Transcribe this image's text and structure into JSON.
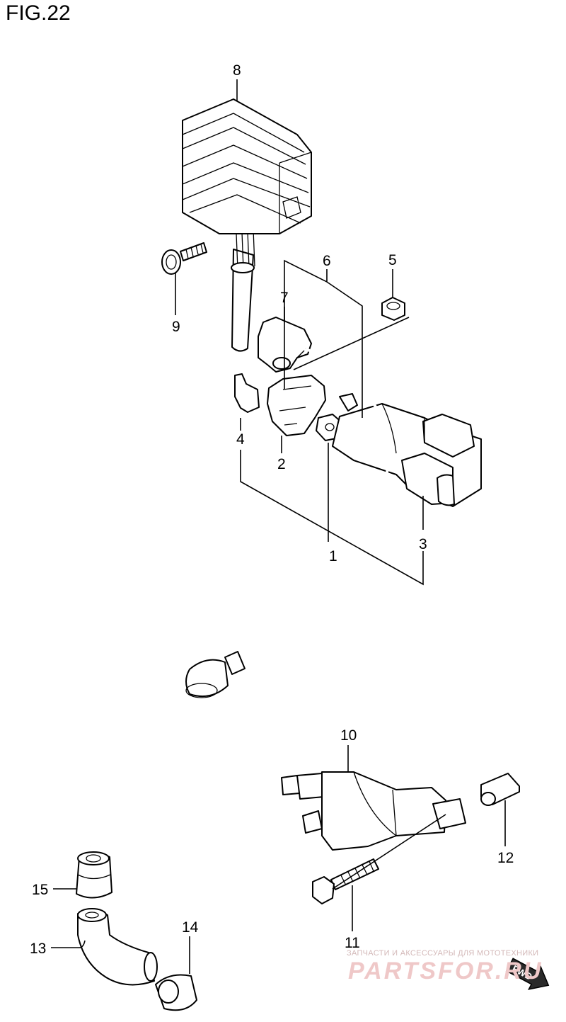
{
  "figure": {
    "title": "FIG.22"
  },
  "callouts": [
    {
      "id": "1",
      "label": "1"
    },
    {
      "id": "2",
      "label": "2"
    },
    {
      "id": "3",
      "label": "3"
    },
    {
      "id": "4",
      "label": "4"
    },
    {
      "id": "5",
      "label": "5"
    },
    {
      "id": "6",
      "label": "6"
    },
    {
      "id": "7",
      "label": "7"
    },
    {
      "id": "8",
      "label": "8"
    },
    {
      "id": "9",
      "label": "9"
    },
    {
      "id": "10",
      "label": "10"
    },
    {
      "id": "11",
      "label": "11"
    },
    {
      "id": "12",
      "label": "12"
    },
    {
      "id": "13",
      "label": "13"
    },
    {
      "id": "14",
      "label": "14"
    },
    {
      "id": "15",
      "label": "15"
    }
  ],
  "watermark": {
    "tagline": "ЗАПЧАСТИ И АКСЕССУАРЫ ДЛЯ МОТОТЕХНИКИ",
    "brand": "PARTSFOR.RU",
    "badge": "FWD"
  }
}
